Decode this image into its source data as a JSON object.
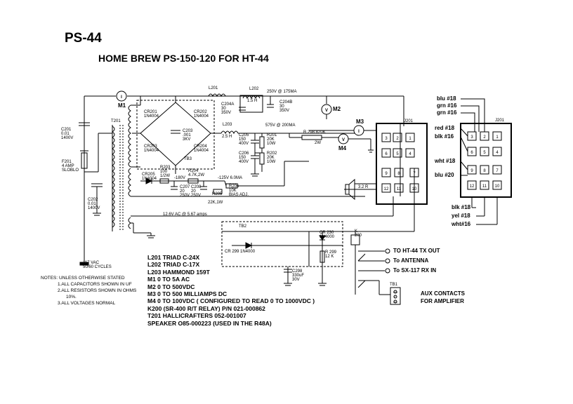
{
  "title": "PS-44",
  "subtitle": "HOME BREW PS-150-120 FOR HT-44",
  "parts_list": [
    "L201 TRIAD C-24X",
    "L202 TRIAD C-17X",
    "L203  HAMMOND 159T",
    "M1 0 TO 5A AC",
    "M2 0 TO 500VDC",
    "M3 0 TO 500 MILLIAMPS DC",
    "M4 0 TO 100VDC  ( CONFIGURED TO READ 0 TO 1000VDC )",
    "K200 (SR-400 R/T RELAY)  P/N 021-000862",
    "T201 HALLICRAFTERS 052-001007",
    "SPEAKER  O85-000223 (USED IN THE R48A)"
  ],
  "notes": [
    "NOTES: UNLESS OTHERWISE STATED",
    "1.ALL CAPACITORS SHOWN IN UF",
    "2.ALL RESISTORS SHOWN IN OHMS",
    "10%.",
    "3.ALL VOLTAGES NORMAL"
  ],
  "connections": [
    "TO HT-44 TX OUT",
    "To ANTENNA",
    "To SX-117 RX IN"
  ],
  "aux_contacts": [
    "AUX CONTACTS",
    "FOR AMPLIFIER"
  ],
  "wire_colors_top": [
    "blu #18",
    "grn #16",
    "grn #16",
    "red #18",
    "blk #16",
    "wht #18",
    "blu #20"
  ],
  "wire_colors_bottom": [
    "blk #18",
    "yel #18",
    "wht#16"
  ],
  "components": {
    "m1": "M1",
    "m2": "M2",
    "m3": "M3",
    "m4": "M4",
    "l201": "L201",
    "l202": "L202",
    "l202_val": "1.5 H",
    "l203": "L203",
    "l203_val": "2.5 H",
    "hv_label": "250V @ 175MA",
    "c204a": "C204A\n30\n350V",
    "c204b": "C204B\n30\n350V",
    "v575": "575V @ 200MA",
    "r298": "R 298 820K",
    "r298_w": "2W",
    "cr201": "CR201\n1N4004",
    "cr202": "CR202\n1N4004",
    "cr203": "CR203\n1N4004",
    "cr204": "CR204\n1N4004",
    "c203": "C203\n.001\n3KV",
    "tb3": "TB3",
    "c205": "C205\n150\n400V",
    "c206": "C206\n150\n400V",
    "r201": "R201\n20K\n10W",
    "r202": "R202\n20K\n10W",
    "c201": "C201\n0.01\n1400V",
    "c202": "C202\n0.01\n1400V",
    "f201": "F201\n4 AMP\nSLOBLO",
    "t201": "T201",
    "cr205": "CR205\n1N4004",
    "r203": "R203\n100\n1/2W",
    "r204": "R204\n4.7K,2W",
    "v180": "-180V",
    "v125": "-125V 6.0MA",
    "c207": "C207\n20\n250V",
    "c208": "C208\n20\n250V",
    "r205": "R205",
    "r205_val": "22K,1W",
    "r206": "R206\n10K\nBIAS ADJ.",
    "ac_label": "12.6V AC @ 5.67 amps",
    "ac_in": "117 VAC\n50/60 CYCLES",
    "spk": "3.2 R",
    "j201": "J201",
    "j201b": "J201",
    "tb2": "TB2",
    "cr299": "CR 299 1N4000",
    "cr230": "CR 230\n1N4000",
    "r299": "R 299\n12 K",
    "c298": "C298\n330uF\n30V",
    "k200": "K\n200",
    "tb1": "TB1"
  }
}
